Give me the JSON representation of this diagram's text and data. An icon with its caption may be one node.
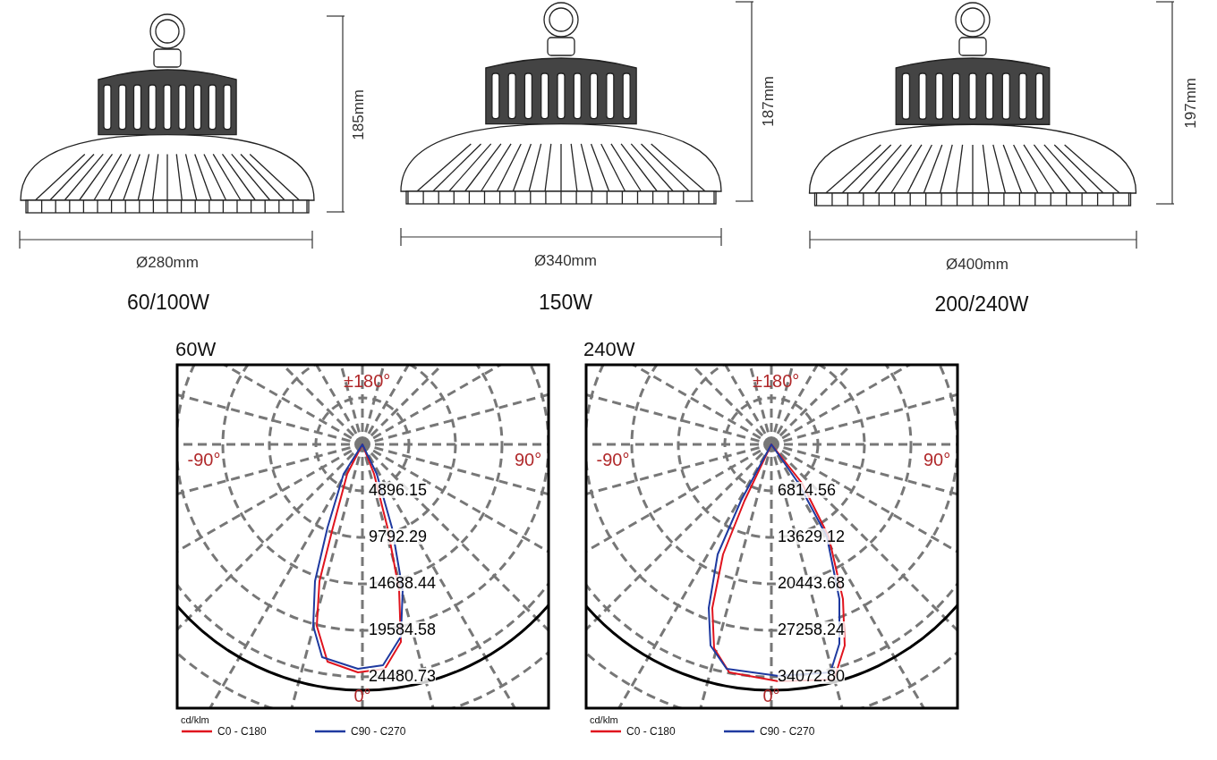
{
  "diagram": {
    "labels": [
      "185mm",
      "187mm",
      "197mm",
      "Ø280mm",
      "Ø340mm",
      "Ø400mm",
      "60/100W",
      "150W",
      "200/240W",
      "60W",
      "±180°",
      "-90°",
      "90°",
      "4896.15",
      "9792.29",
      "14688.44",
      "19584.58",
      "24480.73",
      "0°",
      "cd/klm",
      "240W",
      "±180°",
      "-90°",
      "90°",
      "6814.56",
      "13629.12",
      "20443.68",
      "27258.24",
      "34072.80",
      "0°",
      "cd/klm"
    ],
    "legend": [
      {
        "text": "C0 - C180"
      },
      {
        "text": "C90 - C270"
      },
      {
        "text": "C0 - C180"
      },
      {
        "text": "C90 - C270"
      }
    ]
  }
}
